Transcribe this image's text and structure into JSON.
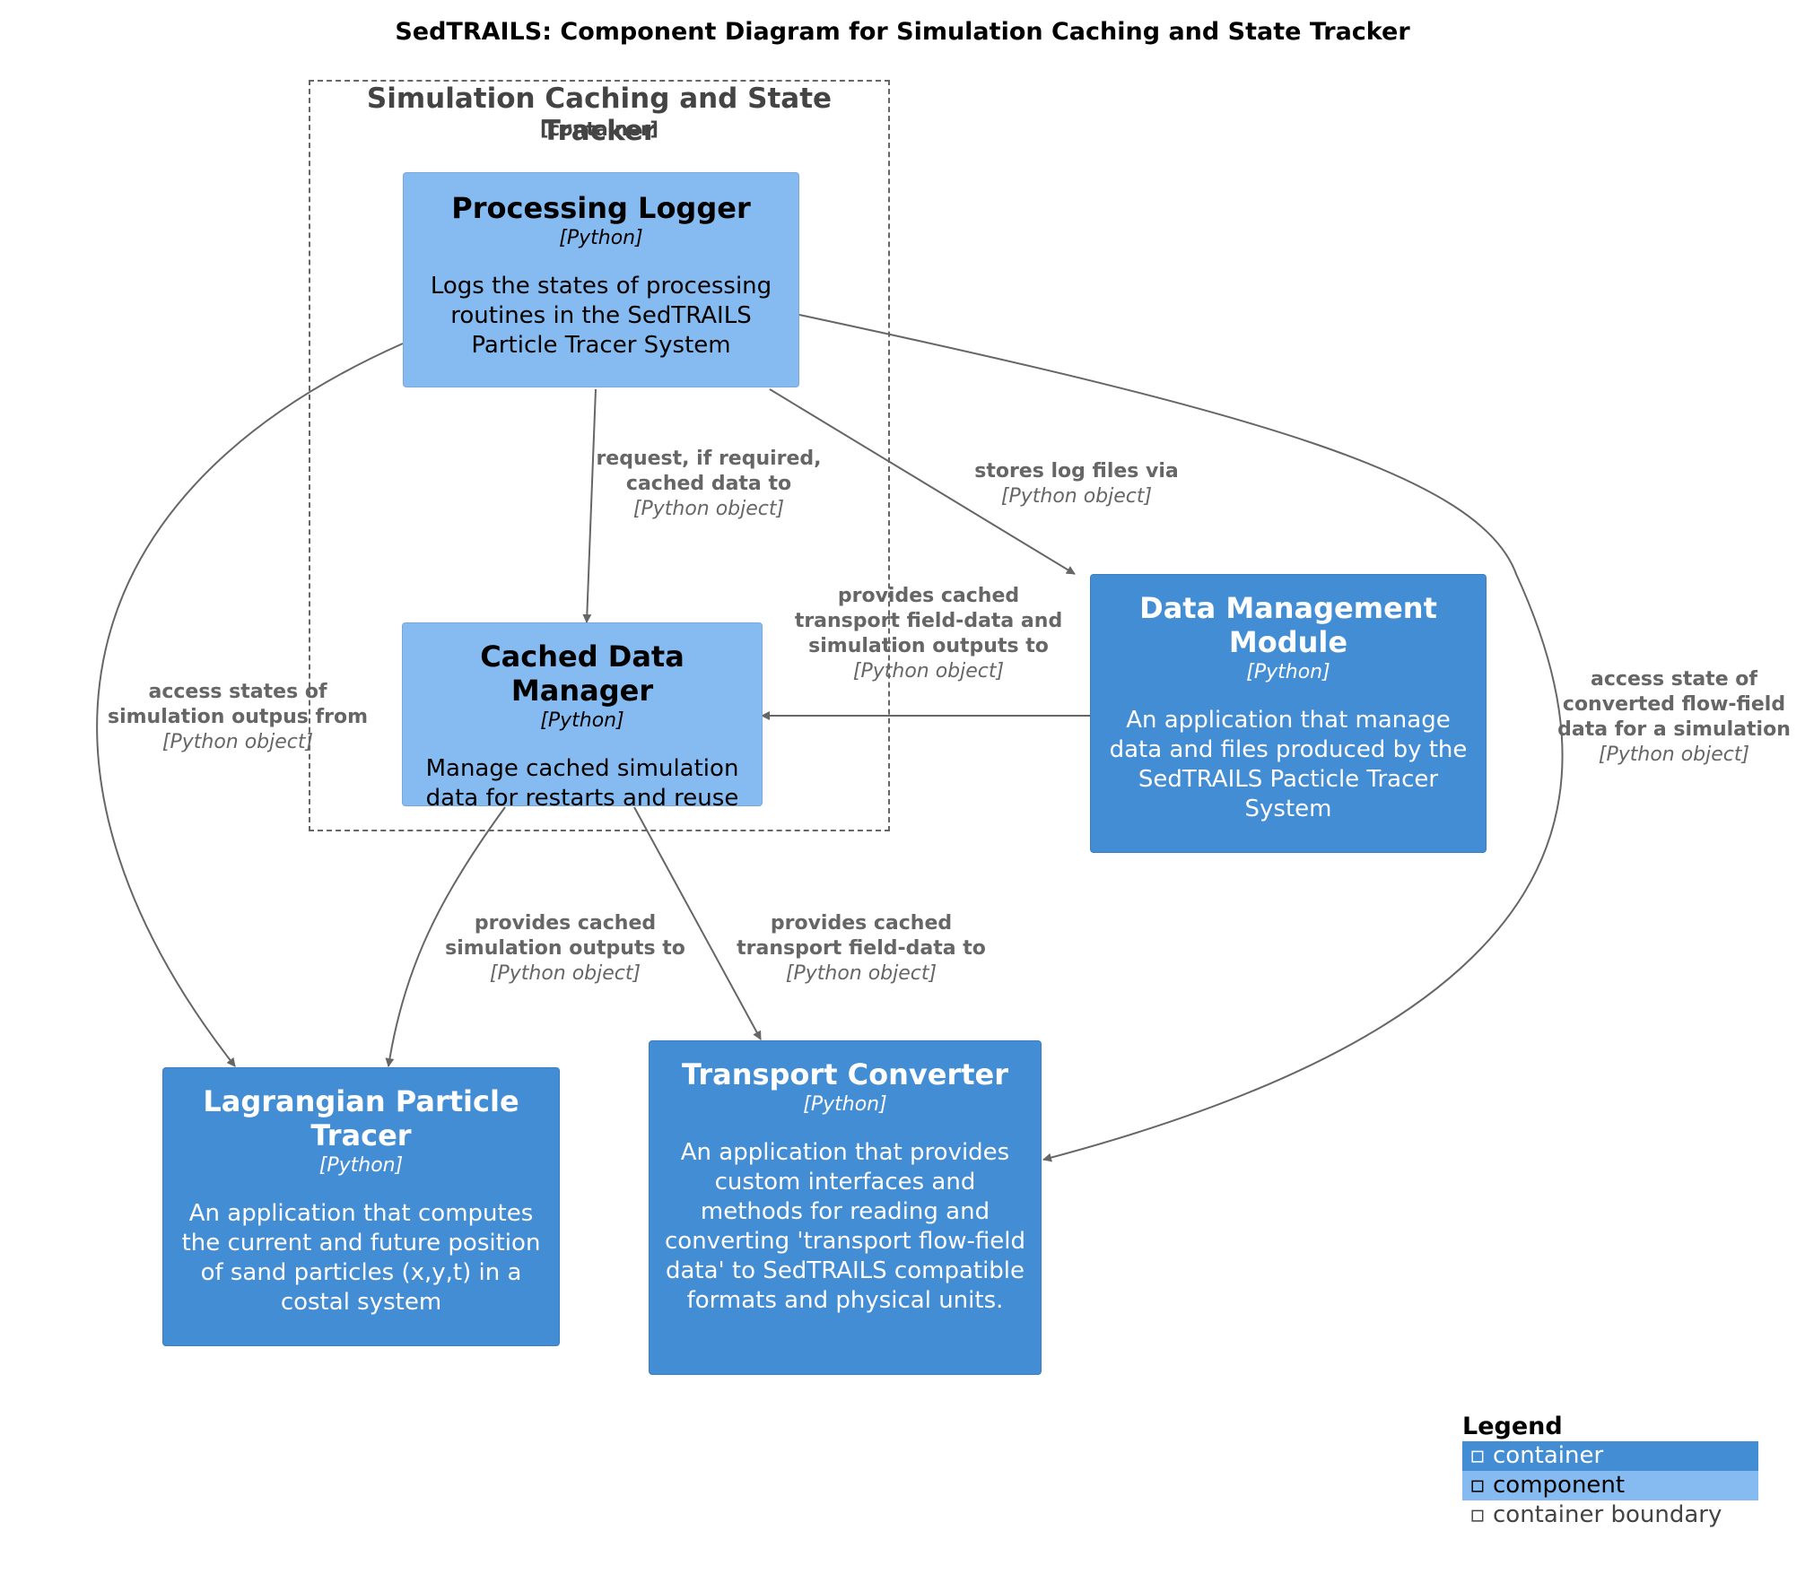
{
  "title": "SedTRAILS: Component Diagram for Simulation Caching and State Tracker",
  "boundary": {
    "name": "Simulation Caching and State Tracker",
    "type": "[container]"
  },
  "nodes": {
    "processing_logger": {
      "name": "Processing Logger",
      "tech": "[Python]",
      "desc": "Logs the states of processing routines in the SedTRAILS Particle Tracer System",
      "kind": "component"
    },
    "cached_data_manager": {
      "name": "Cached Data Manager",
      "tech": "[Python]",
      "desc": "Manage cached simulation data for restarts and reuse",
      "kind": "component"
    },
    "data_management_module": {
      "name": "Data Management Module",
      "tech": "[Python]",
      "desc": "An application that manage data and files produced by the SedTRAILS Pacticle Tracer System",
      "kind": "container"
    },
    "lagrangian_particle_tracer": {
      "name": "Lagrangian Particle Tracer",
      "tech": "[Python]",
      "desc": "An application that computes the current and future position of sand particles (x,y,t) in a costal system",
      "kind": "container"
    },
    "transport_converter": {
      "name": "Transport Converter",
      "tech": "[Python]",
      "desc": "An application that provides custom interfaces and methods for reading and converting 'transport flow-field data' to SedTRAILS compatible formats and physical units.",
      "kind": "container"
    }
  },
  "relations": {
    "logger_to_cache": {
      "text": "request, if required, cached data to",
      "tech": "[Python object]"
    },
    "logger_to_dmm": {
      "text": "stores log files via",
      "tech": "[Python object]"
    },
    "dmm_to_cache": {
      "text": "provides cached transport field-data and simulation outputs to",
      "tech": "[Python object]"
    },
    "logger_to_lpt": {
      "text": "access states of simulation outpus from",
      "tech": "[Python object]"
    },
    "logger_to_tc": {
      "text": "access state of converted flow-field data for a simulation",
      "tech": "[Python object]"
    },
    "cache_to_lpt": {
      "text": "provides cached simulation outputs to",
      "tech": "[Python object]"
    },
    "cache_to_tc": {
      "text": "provides cached transport field-data to",
      "tech": "[Python object]"
    }
  },
  "legend": {
    "title": "Legend",
    "items": [
      {
        "label": "container",
        "color": "#438DD5"
      },
      {
        "label": "component",
        "color": "#85BBF0"
      },
      {
        "label": "container boundary",
        "color": "#FFFFFF"
      }
    ]
  },
  "colors": {
    "container": "#438DD5",
    "component": "#85BBF0",
    "arrow": "#666666"
  }
}
